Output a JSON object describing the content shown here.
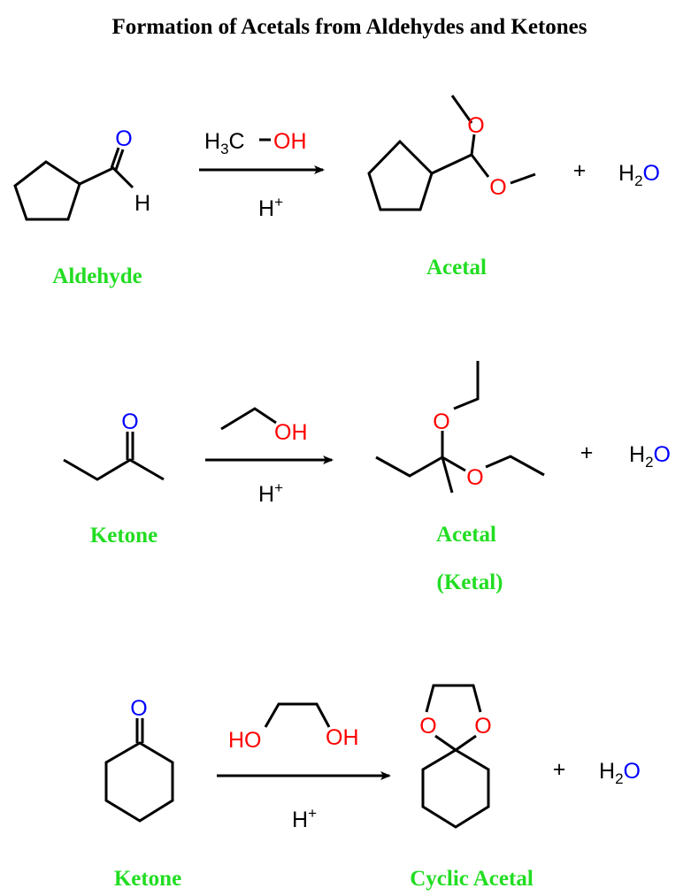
{
  "title": "Formation of Acetals from Aldehydes and Ketones",
  "reaction1": {
    "reactant_label": "Aldehyde",
    "product_label": "Acetal",
    "carbonyl_O": "O",
    "aldehyde_H": "H",
    "reagent_left": "H",
    "reagent_sub": "3",
    "reagent_c": "C",
    "reagent_oh": "OH",
    "catalyst": "H",
    "catalyst_sup": "+",
    "ether_O": "O",
    "plus": "+",
    "water_H": "H",
    "water_sub": "2",
    "water_O": "O"
  },
  "reaction2": {
    "reactant_label": "Ketone",
    "product_label": "Acetal",
    "product_label2": "(Ketal)",
    "carbonyl_O": "O",
    "reagent_oh": "OH",
    "catalyst": "H",
    "catalyst_sup": "+",
    "ether_O": "O",
    "plus": "+",
    "water_H": "H",
    "water_sub": "2",
    "water_O": "O"
  },
  "reaction3": {
    "reactant_label": "Ketone",
    "product_label": "Cyclic Acetal",
    "carbonyl_O": "O",
    "reagent_ho": "HO",
    "reagent_oh": "OH",
    "catalyst": "H",
    "catalyst_sup": "+",
    "ether_O": "O",
    "plus": "+",
    "water_H": "H",
    "water_sub": "2",
    "water_O": "O"
  }
}
